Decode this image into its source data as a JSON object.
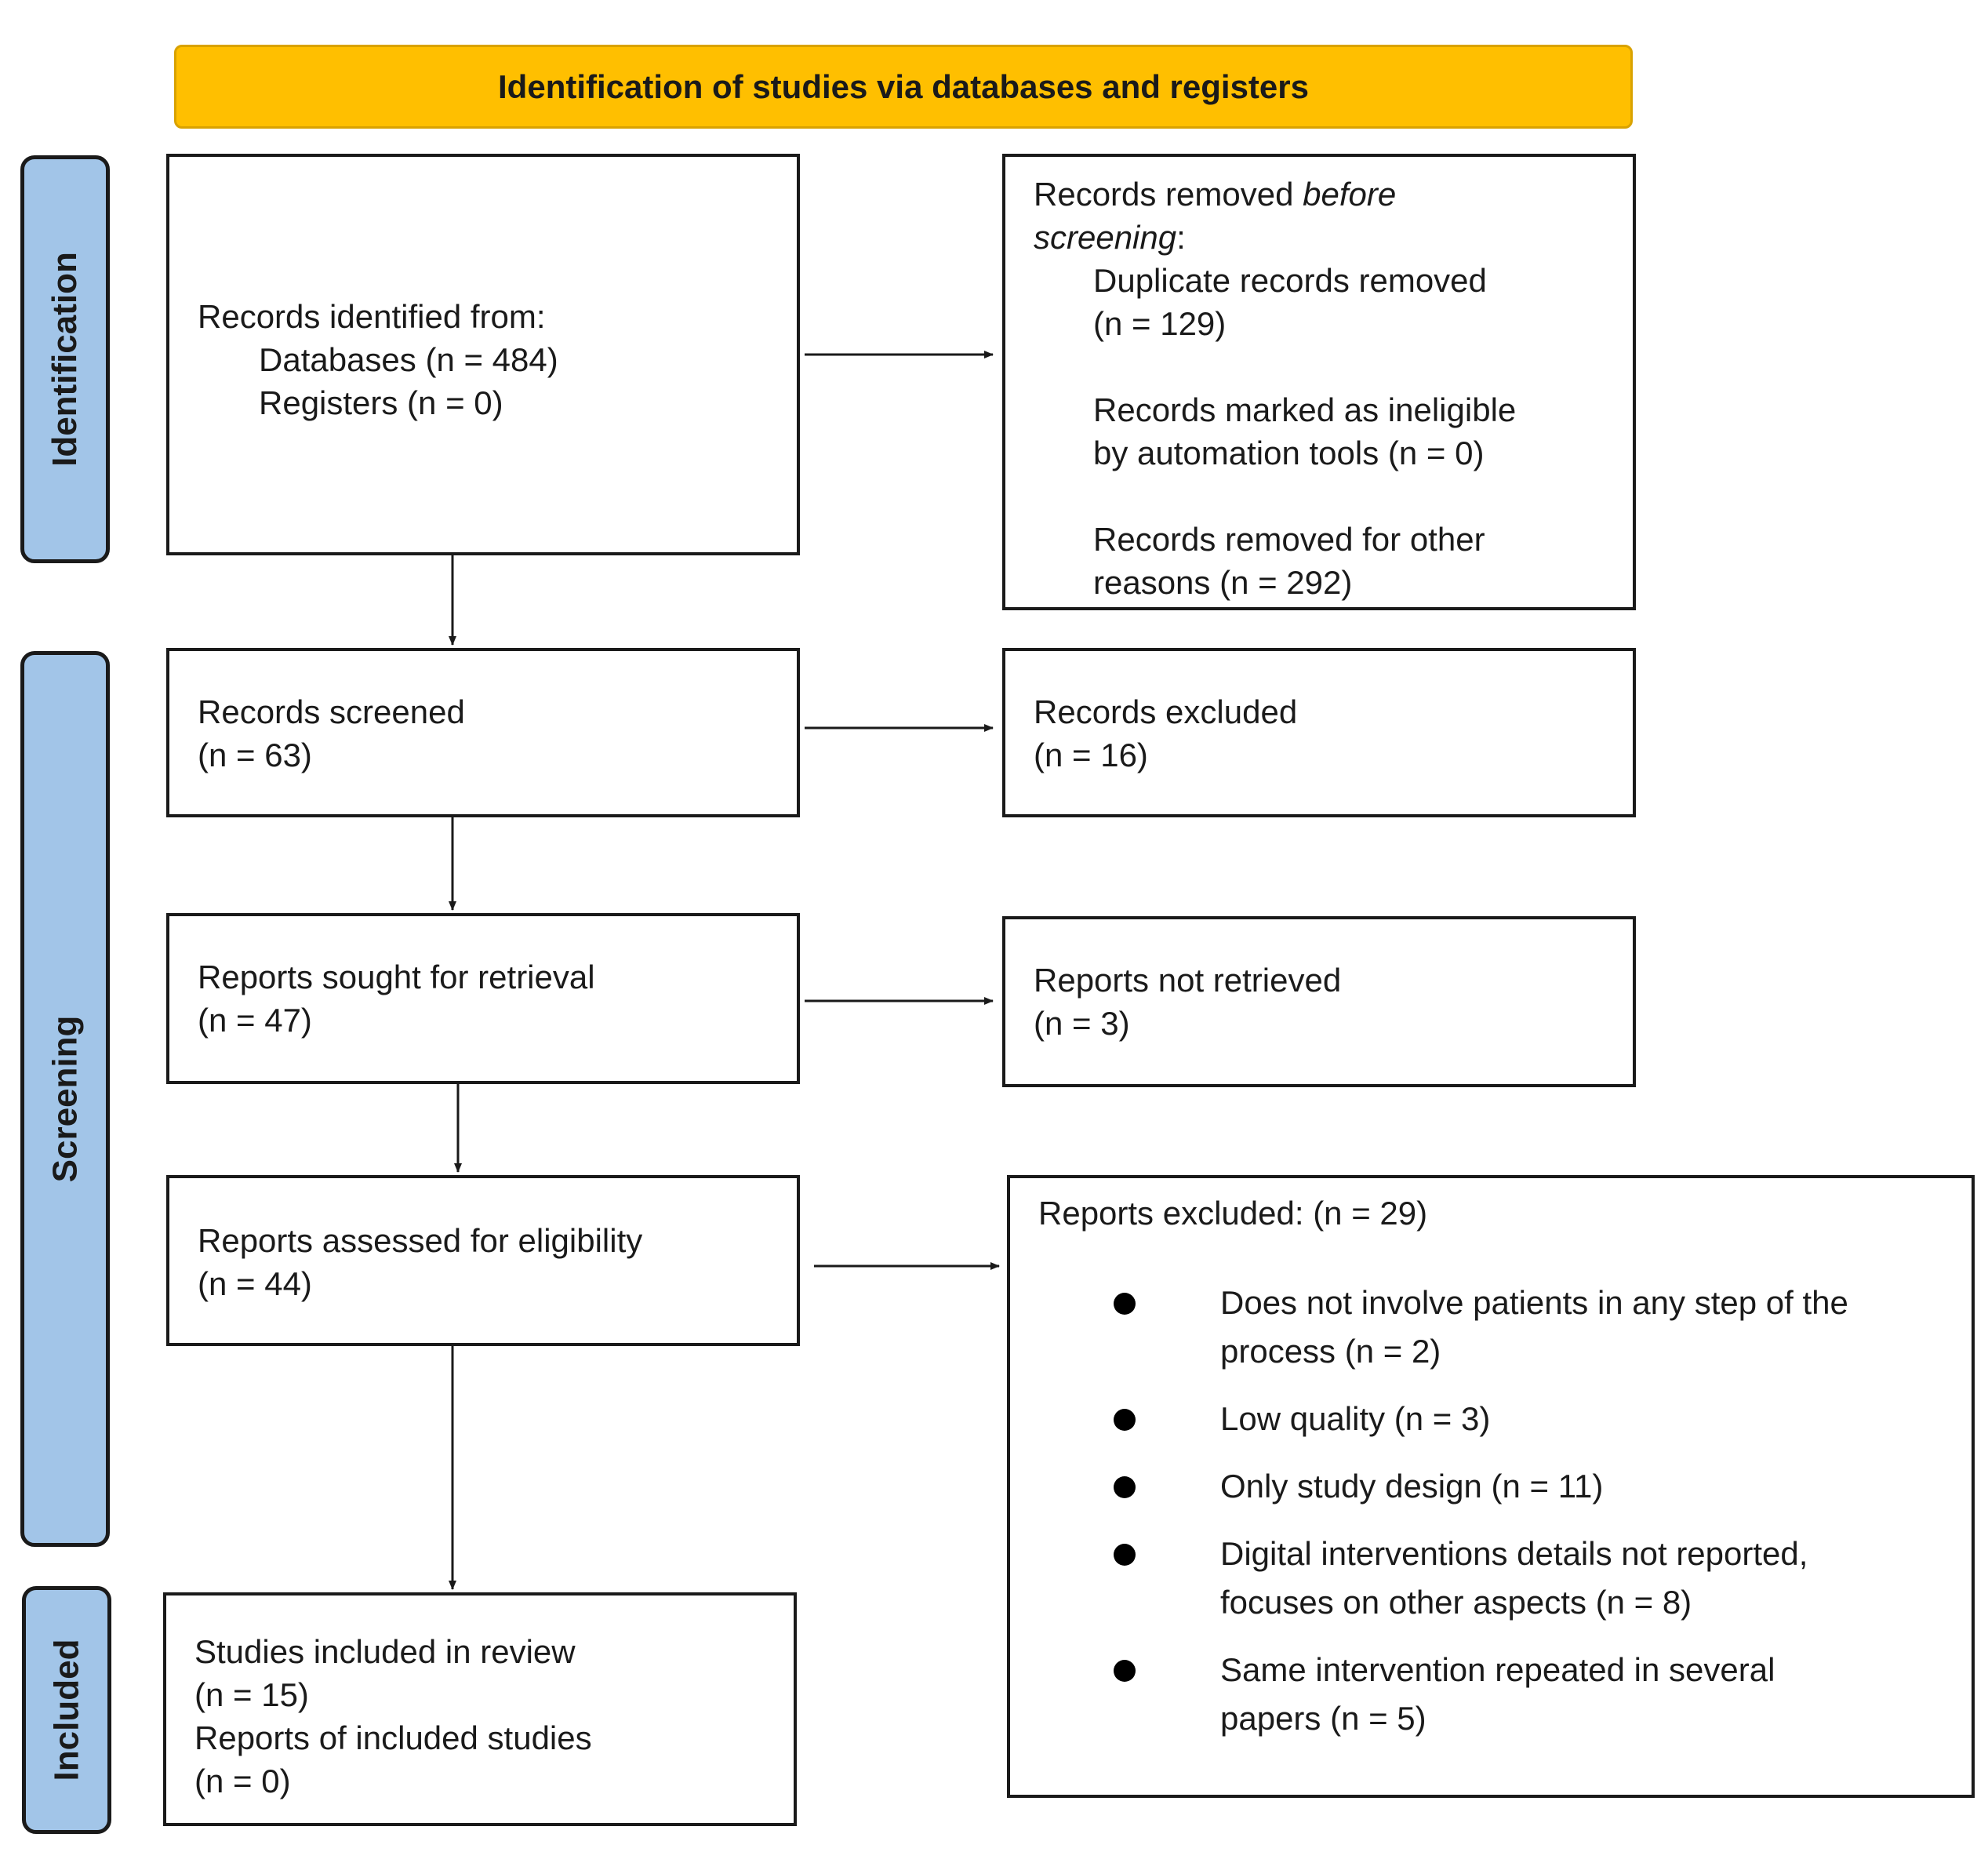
{
  "header": {
    "title": "Identification of studies via databases and registers"
  },
  "phases": {
    "identification": "Identification",
    "screening": "Screening",
    "included": "Included"
  },
  "identified": {
    "heading": "Records identified from:",
    "databases": "Databases (n = 484)",
    "registers": "Registers (n = 0)"
  },
  "removed": {
    "heading_prefix": "Records removed ",
    "heading_italic_1": "before",
    "heading_italic_2": "screening",
    "heading_suffix": ":",
    "duplicates_1": "Duplicate records removed",
    "duplicates_2": "(n = 129)",
    "automation_1": "Records marked as ineligible",
    "automation_2": "by automation tools (n = 0)",
    "other_1": "Records removed for other",
    "other_2": "reasons (n = 292)"
  },
  "screened": {
    "label": "Records screened",
    "n": "(n = 63)"
  },
  "excluded": {
    "label": "Records excluded",
    "n": "(n = 16)"
  },
  "sought": {
    "label": "Reports sought for retrieval",
    "n": "(n = 47)"
  },
  "not_retrieved": {
    "label": "Reports not retrieved",
    "n": "(n = 3)"
  },
  "assessed": {
    "label": "Reports assessed for eligibility",
    "n": "(n = 44)"
  },
  "reports_excluded": {
    "heading": "Reports excluded: (n = 29)",
    "reasons": [
      {
        "line1": "Does not  involve patients in any step of the",
        "line2": "process (n = 2)"
      },
      {
        "line1": "Low quality (n = 3)",
        "line2": ""
      },
      {
        "line1": "Only study design (n = 11)",
        "line2": ""
      },
      {
        "line1": "Digital interventions details not reported,",
        "line2": "focuses on other aspects (n = 8)"
      },
      {
        "line1": "Same intervention repeated in several",
        "line2": "papers (n = 5)"
      }
    ]
  },
  "included_box": {
    "studies": "Studies included in review",
    "studies_n": "(n = 15)",
    "reports": "Reports of included studies",
    "reports_n": "(n = 0)"
  }
}
